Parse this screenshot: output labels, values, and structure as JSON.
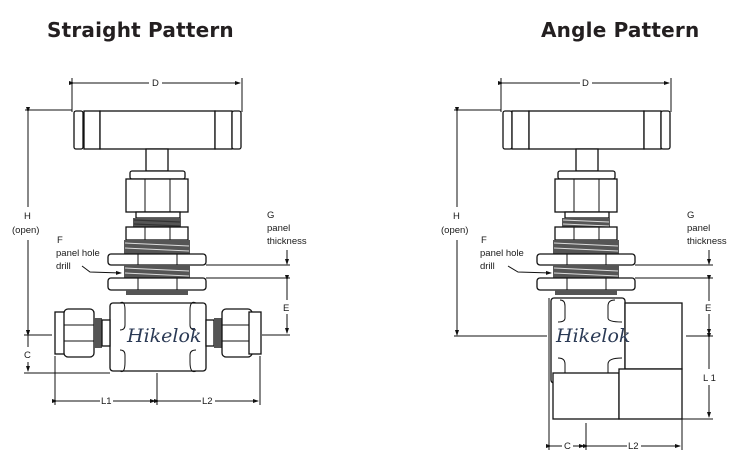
{
  "titles": {
    "straight": "Straight Pattern",
    "angle": "Angle Pattern"
  },
  "labels": {
    "D": "D",
    "H": "H",
    "H_sub": "(open)",
    "F": "F",
    "F_line1": "panel hole",
    "F_line2": "drill",
    "G": "G",
    "G_line1": "panel",
    "G_line2": "thickness",
    "E": "E",
    "C": "C",
    "L1": "L1",
    "L2": "L2",
    "angle_L1": "L 1"
  },
  "brand": "Hikelok"
}
